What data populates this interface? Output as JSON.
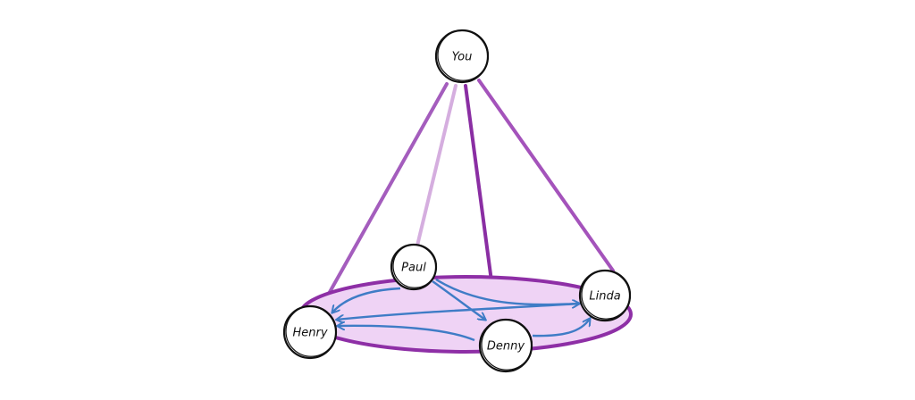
{
  "colors": {
    "ring_fill": "#efd3f5",
    "ring_stroke": "#8e2fa6",
    "arrow": "#3f7cc6",
    "node_stroke": "#111111"
  },
  "nodes": [
    {
      "id": "you",
      "label": "You"
    },
    {
      "id": "paul",
      "label": "Paul"
    },
    {
      "id": "linda",
      "label": "Linda"
    },
    {
      "id": "henry",
      "label": "Henry"
    },
    {
      "id": "denny",
      "label": "Denny"
    }
  ],
  "you_links": [
    {
      "to": "henry",
      "color": "#a45dbd"
    },
    {
      "to": "paul",
      "color": "#d5aedf"
    },
    {
      "to": "denny",
      "color": "#8a2ea3"
    },
    {
      "to": "linda",
      "color": "#a453bb"
    }
  ],
  "arrows": [
    {
      "from": "paul",
      "to": "henry"
    },
    {
      "from": "paul",
      "to": "denny"
    },
    {
      "from": "paul",
      "to": "linda"
    },
    {
      "from": "linda",
      "to": "henry"
    },
    {
      "from": "denny",
      "to": "henry"
    },
    {
      "from": "denny",
      "to": "linda"
    }
  ]
}
